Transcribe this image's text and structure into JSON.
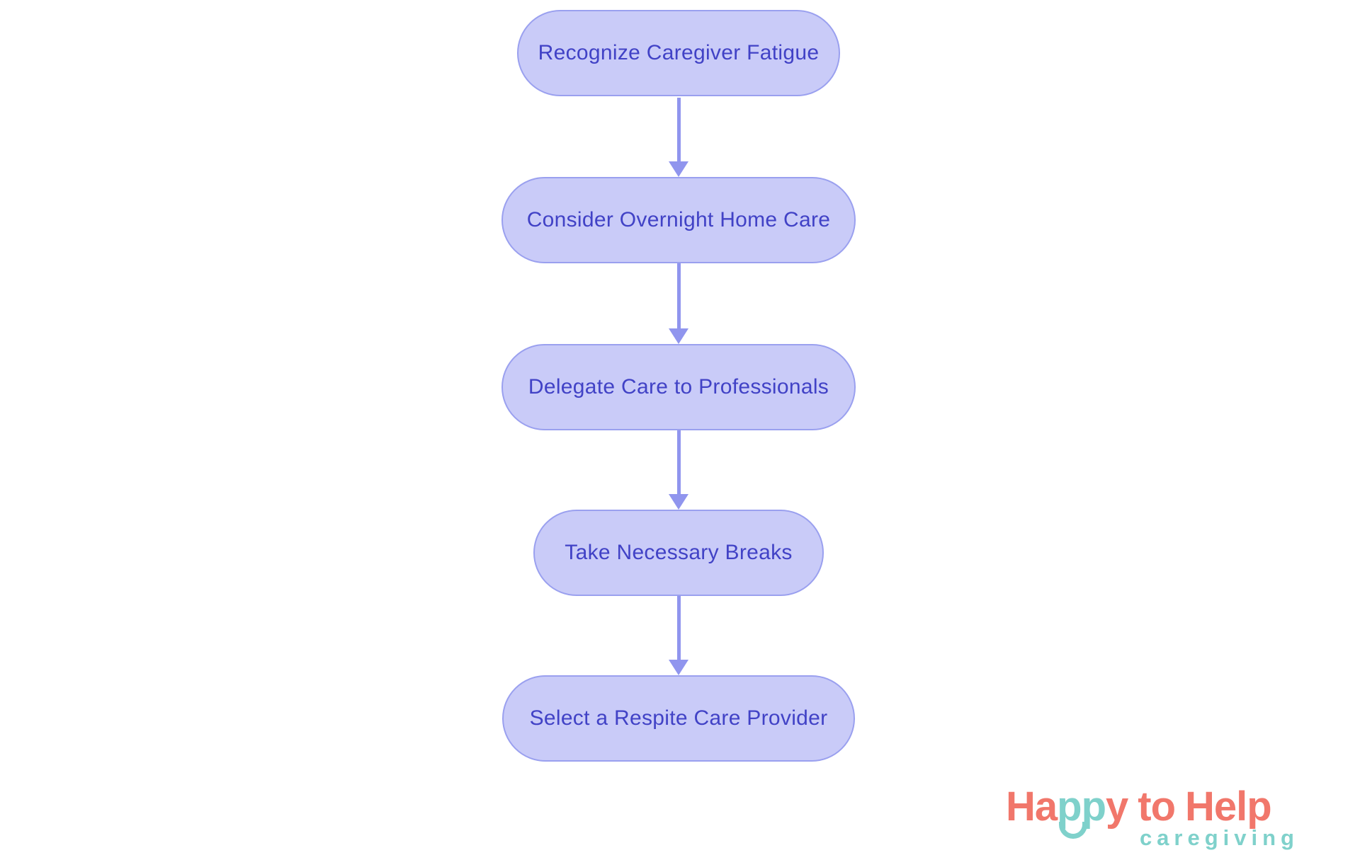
{
  "flowchart": {
    "type": "vertical-process-flow",
    "nodes": [
      {
        "label": "Recognize Caregiver Fatigue"
      },
      {
        "label": "Consider Overnight Home Care"
      },
      {
        "label": "Delegate Care to Professionals"
      },
      {
        "label": "Take Necessary Breaks"
      },
      {
        "label": "Select a Respite Care Provider"
      }
    ],
    "connections": [
      {
        "from": 0,
        "to": 1
      },
      {
        "from": 1,
        "to": 2
      },
      {
        "from": 2,
        "to": 3
      },
      {
        "from": 3,
        "to": 4
      }
    ],
    "colors": {
      "node_fill": "#c9cbf8",
      "node_border": "#9aa0ef",
      "node_text": "#4142c6",
      "arrow": "#9095ee",
      "background": "#ffffff"
    }
  },
  "logo": {
    "wordmark_ha": "Ha",
    "wordmark_pp": "pp",
    "wordmark_y": "y",
    "wordmark_to": "to",
    "wordmark_help": "Help",
    "subtitle": "caregiving",
    "icon": "smile-icon",
    "colors": {
      "coral": "#f1776b",
      "teal": "#7fd1cb"
    }
  }
}
